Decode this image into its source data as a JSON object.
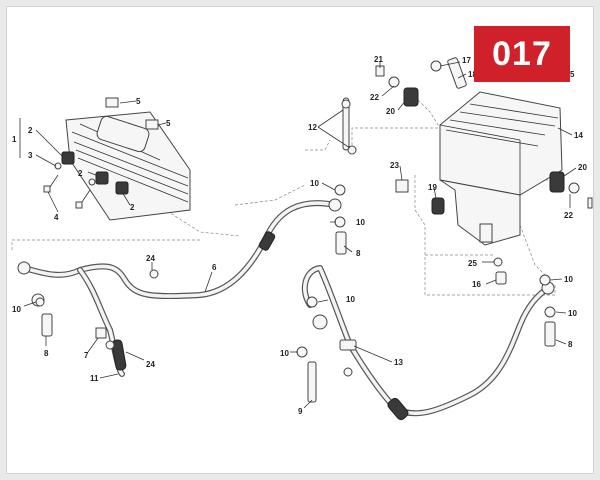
{
  "page": {
    "page_number": "017"
  },
  "callouts": {
    "c1": "1",
    "c2a": "2",
    "c3": "3",
    "c2b": "2",
    "c4": "4",
    "c2c": "2",
    "c5a": "5",
    "c5b": "5",
    "c12": "12",
    "c10a": "10",
    "c10b": "10",
    "c8a": "8",
    "c24a": "24",
    "c6": "6",
    "c10c": "10",
    "c8b": "8",
    "c7": "7",
    "c24b": "24",
    "c11": "11",
    "c10d": "10",
    "c10e": "10",
    "c9": "9",
    "c13": "13",
    "c21": "21",
    "c22a": "22",
    "c20a": "20",
    "c17": "17",
    "c18": "18",
    "c15": "5",
    "c14": "14",
    "c23": "23",
    "c19": "19",
    "c20b": "20",
    "c22b": "22",
    "c25": "25",
    "c16": "16",
    "c10f": "10",
    "c10g": "10",
    "c8c": "8"
  },
  "colors": {
    "badge": "#d0202a",
    "badge_text": "#ffffff",
    "frame_bg": "#e9e9e9"
  }
}
